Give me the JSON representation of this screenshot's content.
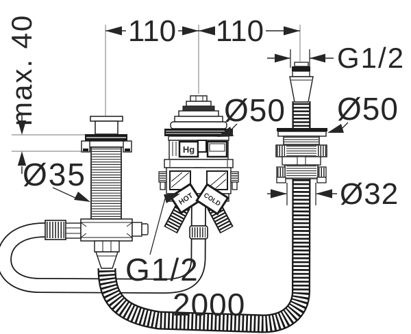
{
  "labels": {
    "max_depth": "max. 40",
    "spacing_left": "110",
    "spacing_right": "110",
    "thread_top": "G1/2",
    "hole_mid": "Ø50",
    "hole_right": "Ø50",
    "body_dia": "Ø35",
    "hose_dia": "Ø32",
    "thread_hose": "G1/2",
    "hose_length": "2000"
  },
  "markings": {
    "hot": "HOT",
    "cold": "COLD",
    "logo": "Hg"
  },
  "colors": {
    "line": "#1a1a1a",
    "reference_line": "#8f8f8f",
    "text": "#262626",
    "background": "#ffffff"
  }
}
